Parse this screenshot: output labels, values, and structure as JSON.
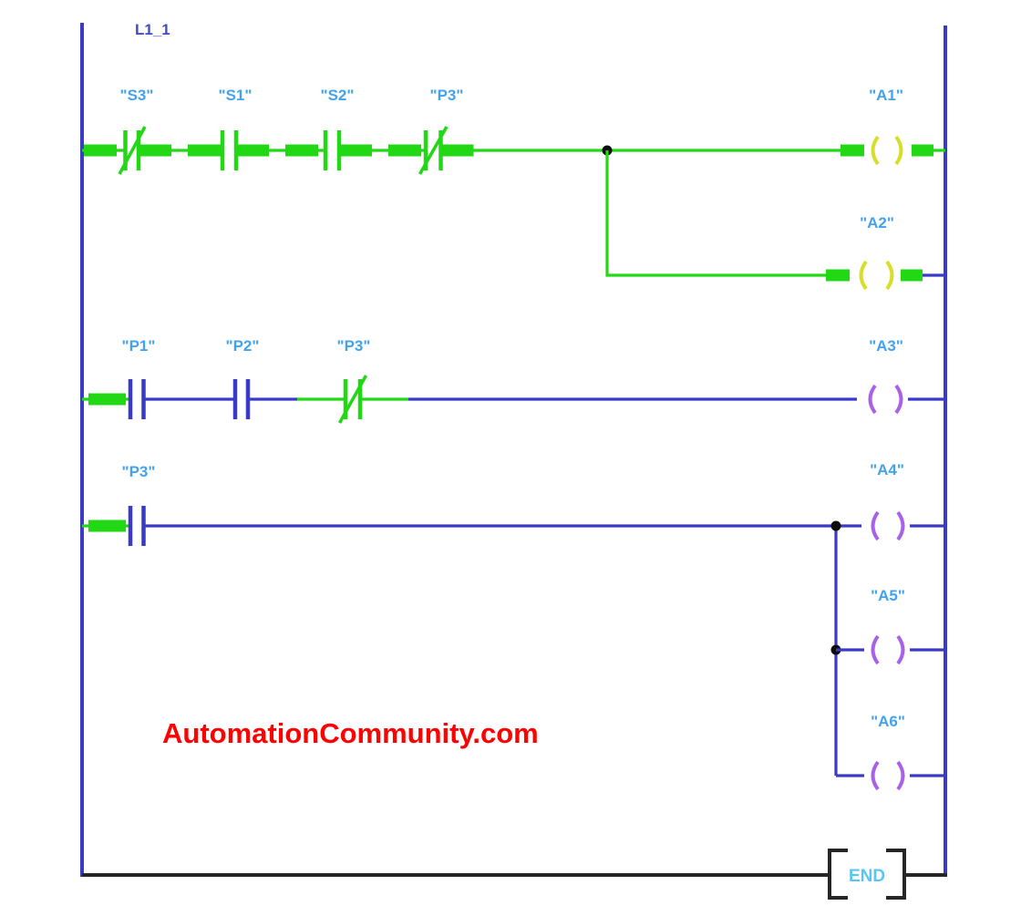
{
  "network": {
    "label": "L1_1"
  },
  "watermark": {
    "text": "AutomationCommunity.com",
    "color": "#fe0202"
  },
  "end_block": {
    "label": "END"
  },
  "colors": {
    "power_flow_green": "#22d714",
    "inactive_blue": "#3a3ac8",
    "operand_label_blue": "#42a2ee",
    "network_label_blue": "#3d4fc0",
    "coil_active_yellow_green": "#d6de2a",
    "coil_inactive_violet": "#a862e8",
    "end_text_cyan": "#56c6f6",
    "end_wire_black": "#262626"
  },
  "rungs": [
    {
      "name": "rung-1",
      "contacts": [
        {
          "label": "\"S3\"",
          "type": "normally-closed",
          "state": "active"
        },
        {
          "label": "\"S1\"",
          "type": "normally-open",
          "state": "active"
        },
        {
          "label": "\"S2\"",
          "type": "normally-open",
          "state": "active"
        },
        {
          "label": "\"P3\"",
          "type": "normally-closed",
          "state": "active"
        }
      ],
      "coils": [
        {
          "label": "\"A1\"",
          "state": "active"
        },
        {
          "label": "\"A2\"",
          "state": "active"
        }
      ]
    },
    {
      "name": "rung-2",
      "contacts": [
        {
          "label": "\"P1\"",
          "type": "normally-open",
          "state": "inactive"
        },
        {
          "label": "\"P2\"",
          "type": "normally-open",
          "state": "inactive"
        },
        {
          "label": "\"P3\"",
          "type": "normally-closed",
          "state": "active"
        }
      ],
      "coils": [
        {
          "label": "\"A3\"",
          "state": "inactive"
        }
      ]
    },
    {
      "name": "rung-3",
      "contacts": [
        {
          "label": "\"P3\"",
          "type": "normally-open",
          "state": "inactive"
        }
      ],
      "coils": [
        {
          "label": "\"A4\"",
          "state": "inactive"
        },
        {
          "label": "\"A5\"",
          "state": "inactive"
        },
        {
          "label": "\"A6\"",
          "state": "inactive"
        }
      ]
    }
  ]
}
